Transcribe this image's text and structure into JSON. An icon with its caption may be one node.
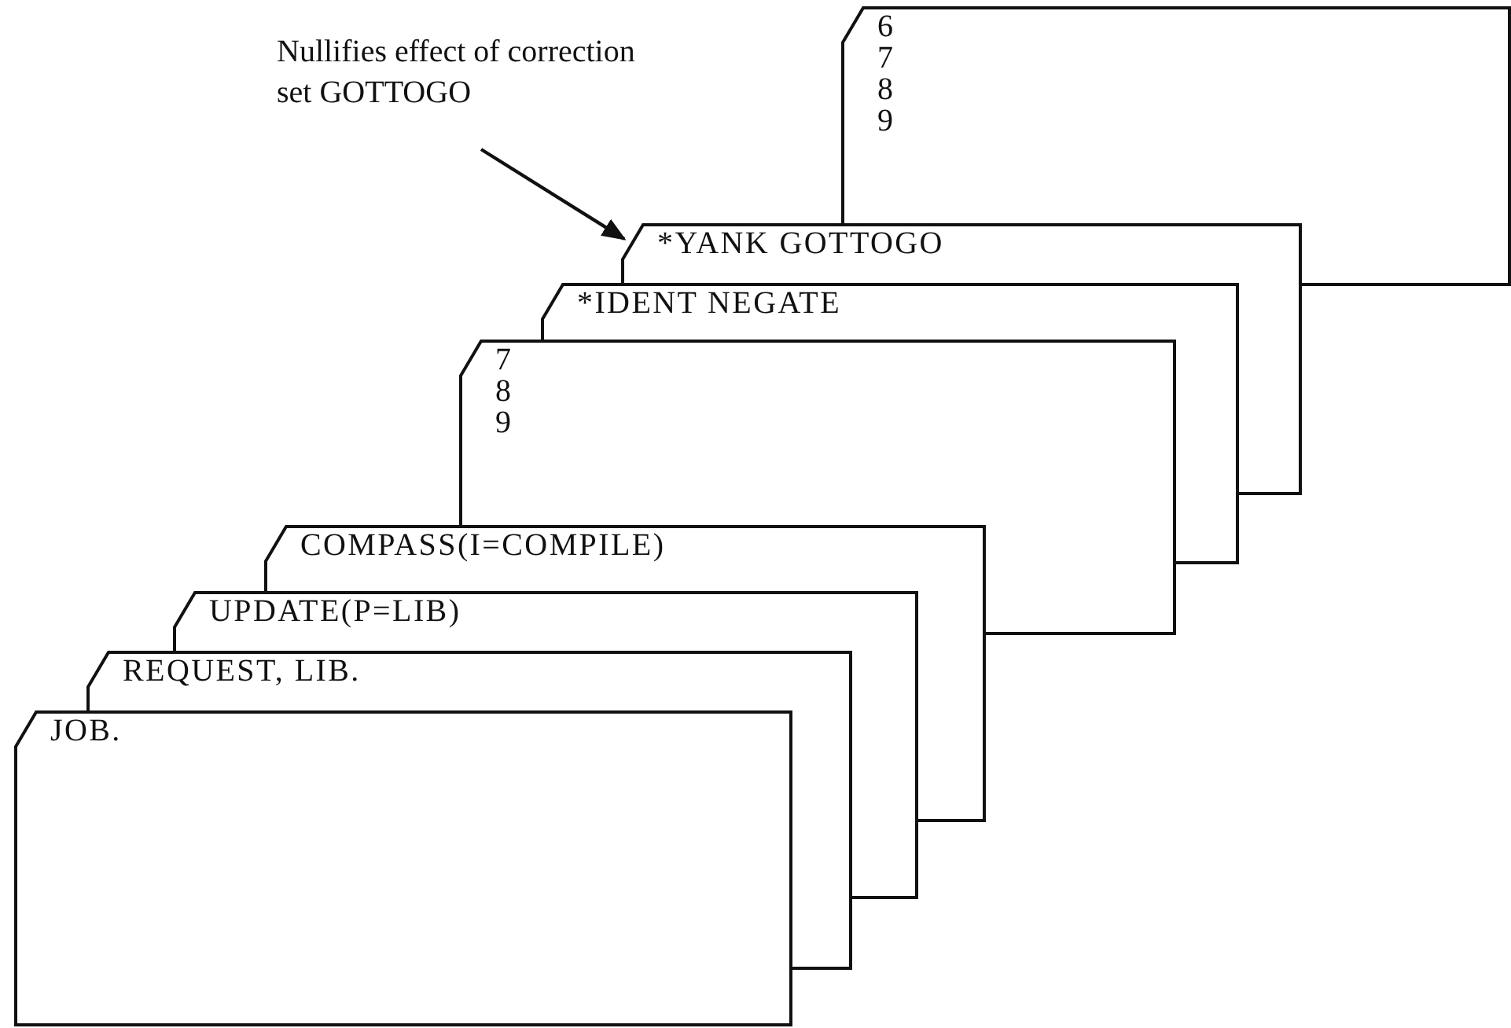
{
  "diagram": {
    "nodes": [
      {
        "text": [
          "Nullifies effect of correction set GOTTOGO"
        ]
      },
      {
        "text": [
          "6 7 8 9"
        ]
      },
      {
        "text": [
          "*YANK GOTTOGO"
        ]
      },
      {
        "text": [
          "*IDENT NEGATE"
        ]
      },
      {
        "text": [
          "7 8 9"
        ]
      },
      {
        "text": [
          "COMPASS(I=COMPILE)"
        ]
      },
      {
        "text": [
          "UPDATE(P=LIB)"
        ]
      },
      {
        "text": [
          "REQUEST, LIB."
        ]
      },
      {
        "text": [
          "JOB."
        ]
      }
    ],
    "edges": [
      {
        "from": 0,
        "to": 2,
        "arrow": "to"
      }
    ]
  }
}
